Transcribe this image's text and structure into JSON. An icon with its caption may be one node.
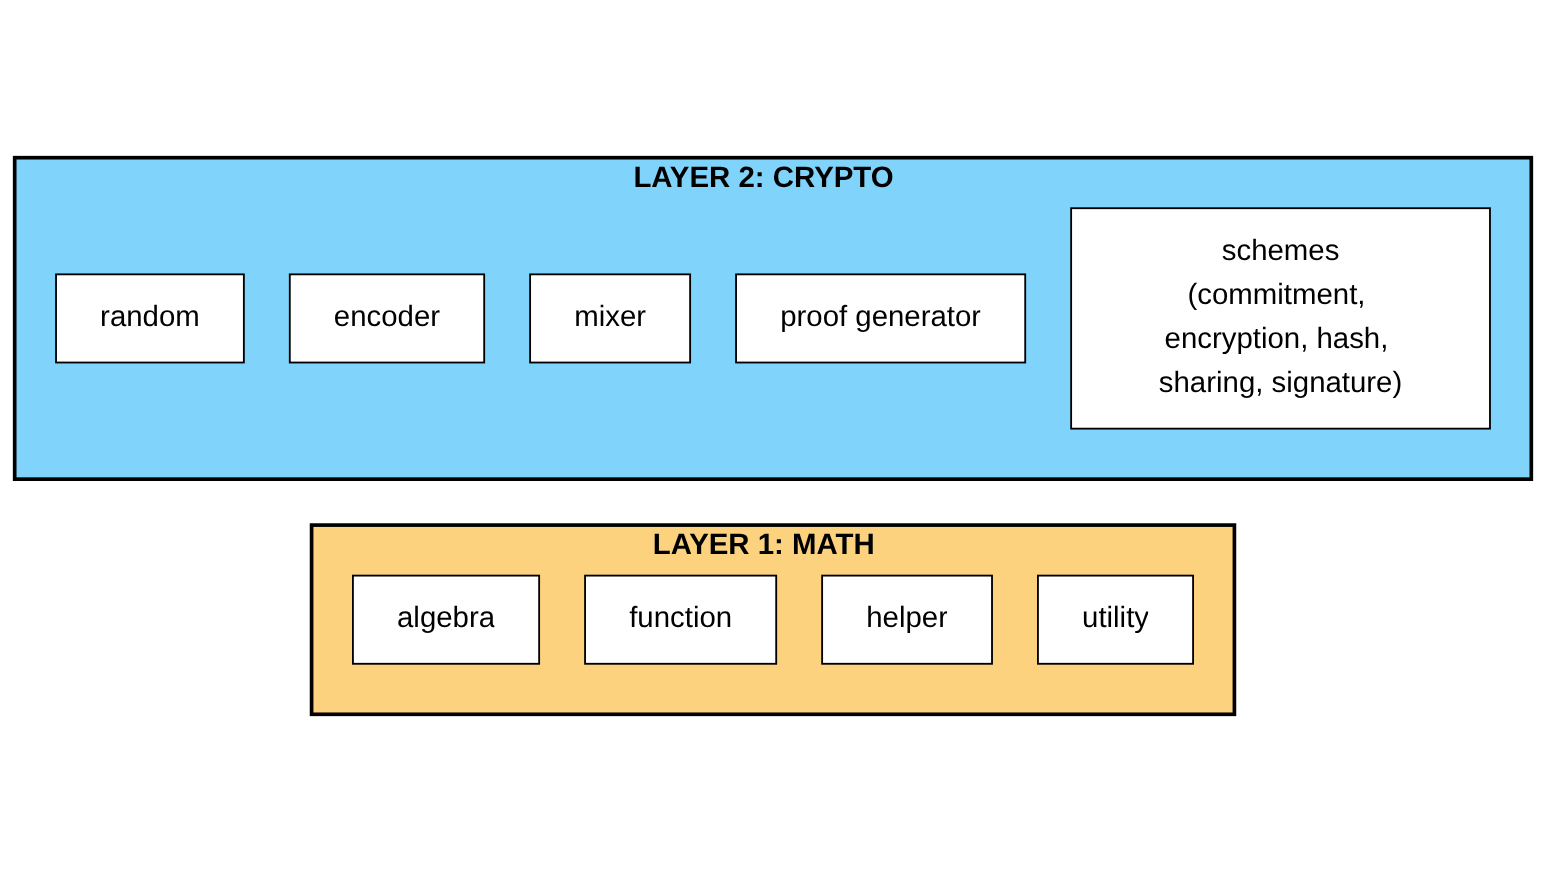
{
  "diagram": {
    "nodes": [
      {
        "text": [
          "LAYER 2: CRYPTO"
        ]
      },
      {
        "text": [
          "random"
        ],
        "in": 0
      },
      {
        "text": [
          "encoder"
        ],
        "in": 0
      },
      {
        "text": [
          "mixer"
        ],
        "in": 0
      },
      {
        "text": [
          "proof generator"
        ],
        "in": 0
      },
      {
        "text": [
          "schemes",
          "(commitment, encryption, hash, sharing, signature)"
        ],
        "in": 0
      },
      {
        "text": [
          "LAYER 1: MATH"
        ]
      },
      {
        "text": [
          "algebra"
        ],
        "in": 6
      },
      {
        "text": [
          "function"
        ],
        "in": 6
      },
      {
        "text": [
          "helper"
        ],
        "in": 6
      },
      {
        "text": [
          "utility"
        ],
        "in": 6
      }
    ]
  }
}
